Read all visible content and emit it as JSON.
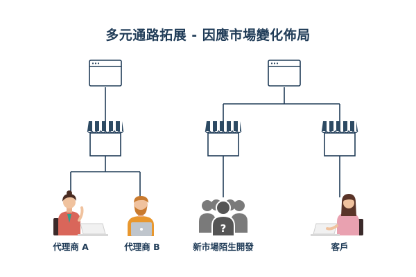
{
  "title": "多元通路拓展 - 因應市場變化佈局",
  "labels": {
    "agent_a": "代理商 A",
    "agent_b": "代理商 B",
    "new_market": "新市場陌生開發",
    "customer": "客戶"
  },
  "icons": {
    "browser": "browser-window-icon",
    "store": "storefront-icon",
    "agent_a": "woman-at-laptop-icon",
    "agent_b": "bearded-man-at-laptop-icon",
    "new_market": "unknown-people-group-icon",
    "customer": "woman-at-laptop-icon"
  },
  "colors": {
    "line": "#1f3b57",
    "awning": "#2d4a63",
    "title": "#1f3b57",
    "group_gray": "#6b6b6b",
    "accent_pink": "#e9a1b0",
    "accent_orange": "#e8972e"
  }
}
